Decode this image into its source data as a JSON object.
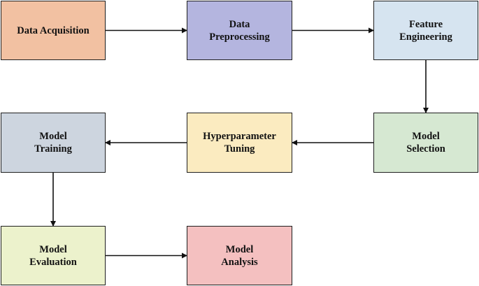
{
  "nodes": [
    {
      "id": "acquisition",
      "lines": [
        "Data Acquisition"
      ],
      "fill": "#f2c1a2"
    },
    {
      "id": "preprocessing",
      "lines": [
        "Data",
        "Preprocessing"
      ],
      "fill": "#b4b5df"
    },
    {
      "id": "feature",
      "lines": [
        "Feature",
        "Engineering"
      ],
      "fill": "#d6e4f0"
    },
    {
      "id": "selection",
      "lines": [
        "Model",
        "Selection"
      ],
      "fill": "#d6e8d2"
    },
    {
      "id": "tuning",
      "lines": [
        "Hyperparameter",
        "Tuning"
      ],
      "fill": "#fbebc0"
    },
    {
      "id": "training",
      "lines": [
        "Model",
        "Training"
      ],
      "fill": "#cdd5df"
    },
    {
      "id": "evaluation",
      "lines": [
        "Model",
        "Evaluation"
      ],
      "fill": "#ecf2cc"
    },
    {
      "id": "analysis",
      "lines": [
        "Model",
        "Analysis"
      ],
      "fill": "#f4c0c0"
    }
  ],
  "edges": [
    {
      "from": "acquisition",
      "to": "preprocessing"
    },
    {
      "from": "preprocessing",
      "to": "feature"
    },
    {
      "from": "feature",
      "to": "selection"
    },
    {
      "from": "selection",
      "to": "tuning"
    },
    {
      "from": "tuning",
      "to": "training"
    },
    {
      "from": "training",
      "to": "evaluation"
    },
    {
      "from": "evaluation",
      "to": "analysis"
    }
  ]
}
